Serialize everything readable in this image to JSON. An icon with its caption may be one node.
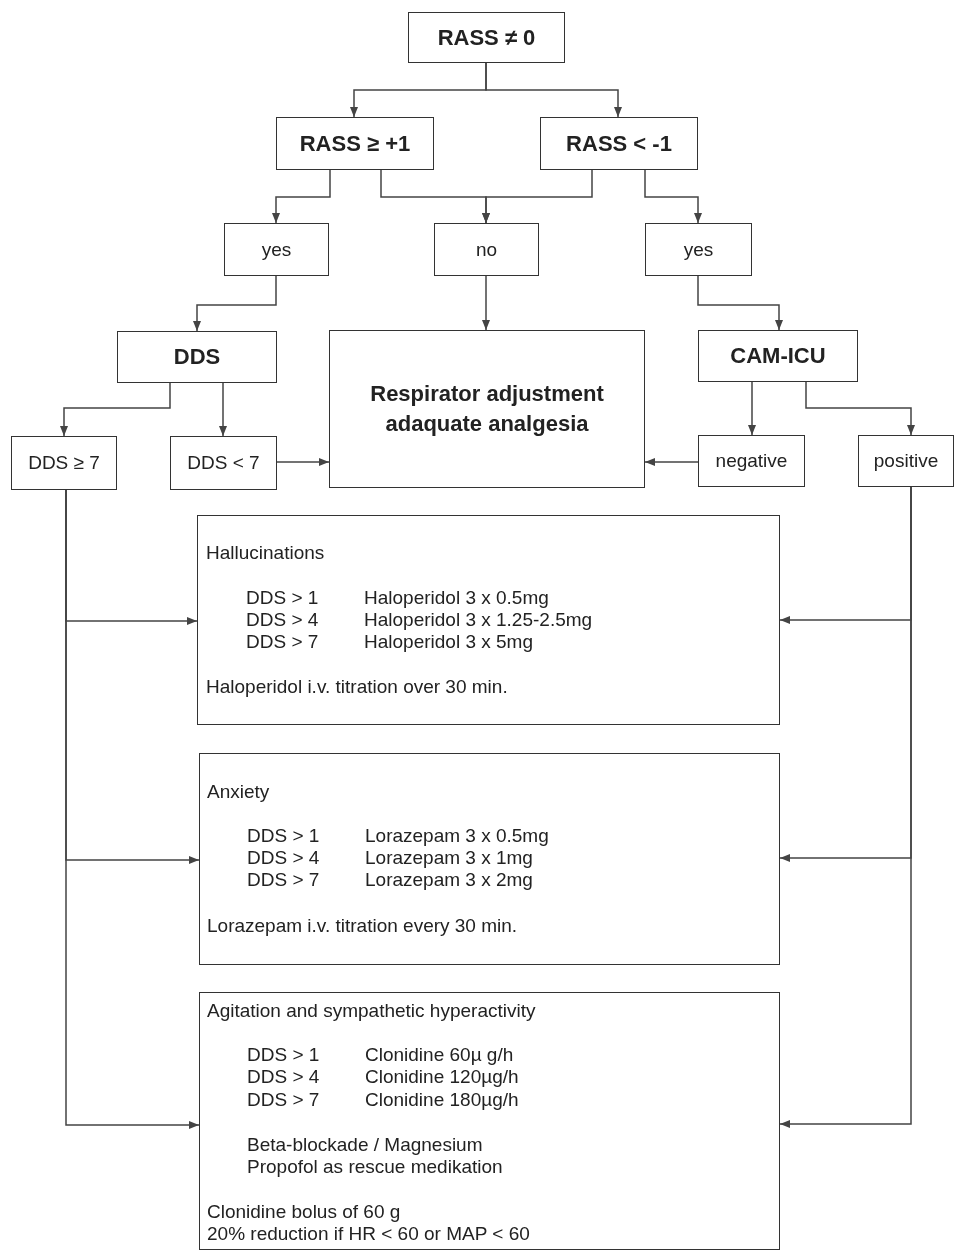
{
  "diagram": {
    "nodes": [
      {
        "text": [
          "RASS ≠ 0"
        ]
      },
      {
        "text": [
          "RASS ≥ +1"
        ]
      },
      {
        "text": [
          "RASS < -1"
        ]
      },
      {
        "text": [
          "yes"
        ]
      },
      {
        "text": [
          "no"
        ]
      },
      {
        "text": [
          "yes"
        ]
      },
      {
        "text": [
          "DDS"
        ]
      },
      {
        "text": [
          "Respirator adjustment adaquate analgesia"
        ]
      },
      {
        "text": [
          "CAM-ICU"
        ]
      },
      {
        "text": [
          "DDS ≥ 7"
        ]
      },
      {
        "text": [
          "DDS < 7"
        ]
      },
      {
        "text": [
          "negative"
        ]
      },
      {
        "text": [
          "positive"
        ]
      },
      {
        "text": [
          "Hallucinations",
          "DDS > 1",
          "Haloperidol 3 x 0.5mg",
          "DDS > 4",
          "Haloperidol 3 x 1.25-2.5mg",
          "DDS > 7",
          "Haloperidol 3 x 5mg",
          "Haloperidol i.v. titration over 30 min."
        ]
      },
      {
        "text": [
          "Anxiety",
          "DDS > 1",
          "Lorazepam 3 x 0.5mg",
          "DDS > 4",
          "Lorazepam 3 x 1mg",
          "DDS > 7",
          "Lorazepam 3 x 2mg",
          "Lorazepam i.v. titration every 30 min."
        ]
      },
      {
        "text": [
          "Agitation and sympathetic hyperactivity",
          "DDS > 1",
          "Clonidine 60µ g/h",
          "DDS > 4",
          "Clonidine 120µg/h",
          "DDS > 7",
          "Clonidine 180µg/h",
          "Beta-blockade / Magnesium",
          "Propofol as rescue medikation",
          "Clonidine bolus of 60  g",
          "20% reduction if HR < 60 or MAP < 60"
        ]
      }
    ],
    "edges": [
      {
        "from": 0,
        "to": 1,
        "arrow": "to"
      },
      {
        "from": 0,
        "to": 2,
        "arrow": "to"
      },
      {
        "from": 1,
        "to": 3,
        "arrow": "to"
      },
      {
        "from": 1,
        "to": 4,
        "arrow": "to"
      },
      {
        "from": 2,
        "to": 4,
        "arrow": "to"
      },
      {
        "from": 2,
        "to": 5,
        "arrow": "to"
      },
      {
        "from": 3,
        "to": 6,
        "arrow": "to"
      },
      {
        "from": 4,
        "to": 7,
        "arrow": "to"
      },
      {
        "from": 5,
        "to": 8,
        "arrow": "to"
      },
      {
        "from": 6,
        "to": 9,
        "arrow": "to"
      },
      {
        "from": 6,
        "to": 10,
        "arrow": "to"
      },
      {
        "from": 10,
        "to": 7,
        "arrow": "to"
      },
      {
        "from": 8,
        "to": 11,
        "arrow": "to"
      },
      {
        "from": 8,
        "to": 12,
        "arrow": "to"
      },
      {
        "from": 11,
        "to": 7,
        "arrow": "to"
      },
      {
        "from": 9,
        "to": 13,
        "arrow": "to"
      },
      {
        "from": 9,
        "to": 14,
        "arrow": "to"
      },
      {
        "from": 9,
        "to": 15,
        "arrow": "to"
      },
      {
        "from": 12,
        "to": 13,
        "arrow": "to"
      },
      {
        "from": 12,
        "to": 14,
        "arrow": "to"
      },
      {
        "from": 12,
        "to": 15,
        "arrow": "to"
      }
    ]
  }
}
